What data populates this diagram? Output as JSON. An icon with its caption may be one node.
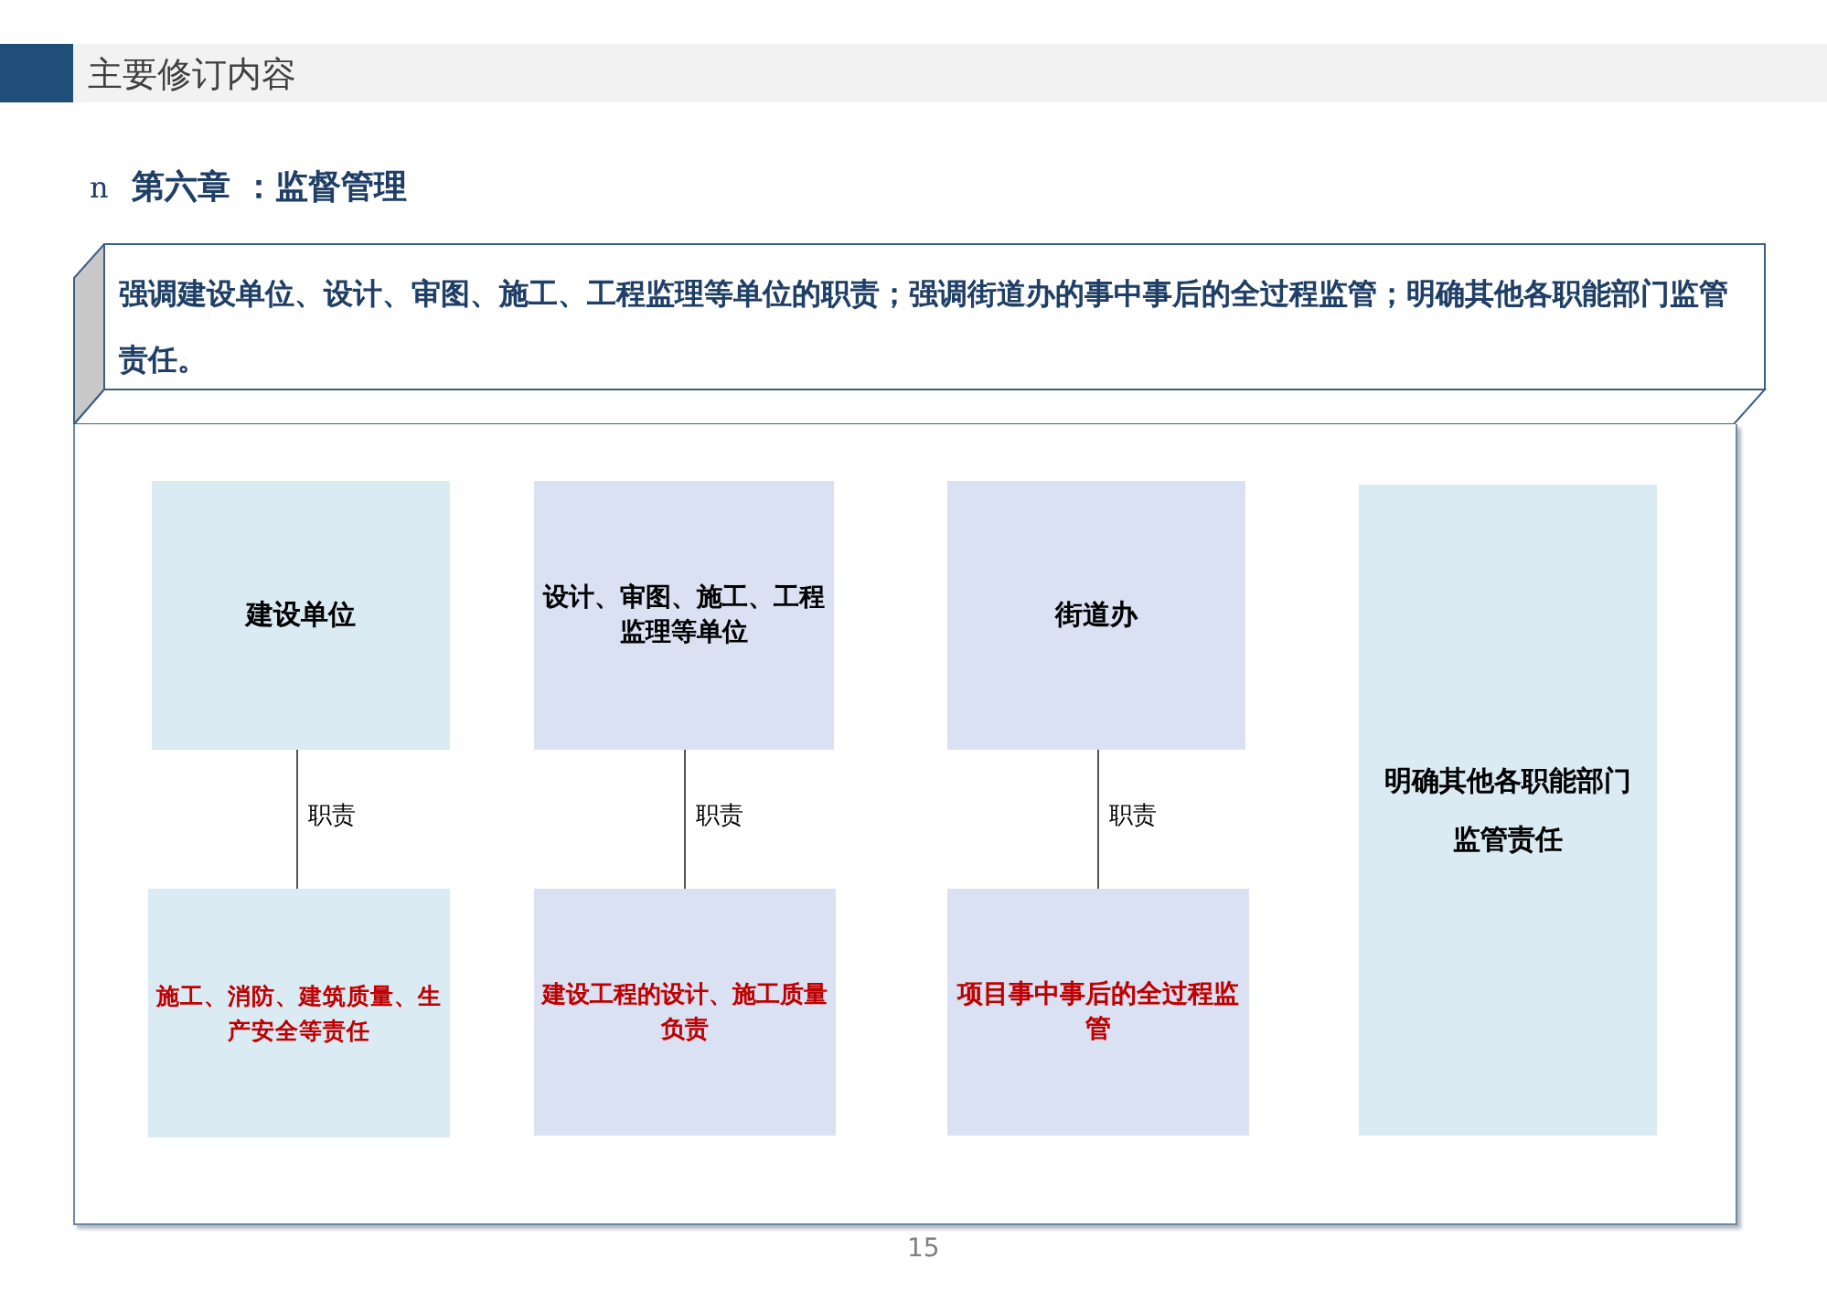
{
  "diagram": {
    "title": "主要修订内容",
    "nodes": [
      {
        "text": [
          "强调建设单位、设计、审图、施工、工程监理等单位的职责；强调街道办的事中事后的全过程监管；明确其他各职能部门监管责任。"
        ]
      },
      {
        "text": [],
        "shape": "box"
      },
      {
        "text": [
          "建设单位"
        ],
        "in": 1
      },
      {
        "text": [
          "施工、消防、建筑质量、生产安全等责任"
        ],
        "in": 1
      },
      {
        "text": [
          "设计、审图、施工、工程监理等单位"
        ],
        "in": 1
      },
      {
        "text": [
          "建设工程的设计、施工质量负责"
        ],
        "in": 1
      },
      {
        "text": [
          "街道办"
        ],
        "in": 1
      },
      {
        "text": [
          "项目事中事后的全过程监管"
        ],
        "in": 1
      },
      {
        "text": [
          "明确其他各职能部门监管责任"
        ],
        "in": 1
      }
    ],
    "edges": [
      {
        "from": 2,
        "to": 3,
        "arrow": "none",
        "label": "职责"
      },
      {
        "from": 4,
        "to": 5,
        "arrow": "none",
        "label": "职责"
      },
      {
        "from": 6,
        "to": 7,
        "arrow": "none",
        "label": "职责"
      }
    ],
    "labels": [
      "n",
      "第六章 ：监督管理",
      "15"
    ]
  }
}
